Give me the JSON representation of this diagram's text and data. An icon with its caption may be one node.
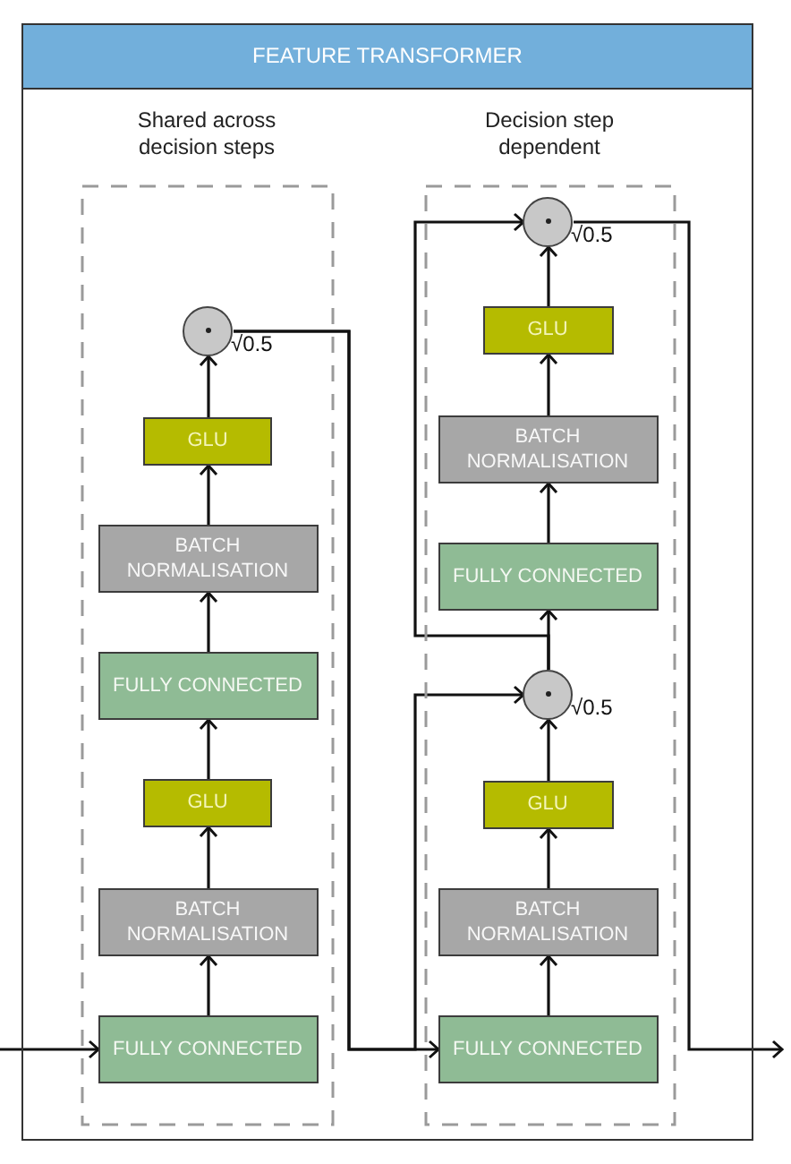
{
  "diagram": {
    "nodes": [
      {
        "text": [
          "FEATURE TRANSFORMER"
        ]
      },
      {
        "text": [
          "Shared across decision steps"
        ],
        "in": 0
      },
      {
        "text": [
          "Decision step dependent"
        ],
        "in": 0
      },
      {
        "text": [],
        "shape": "circle",
        "beside": [
          "√0.5"
        ],
        "in": 1
      },
      {
        "text": [
          "GLU"
        ],
        "in": 1
      },
      {
        "text": [
          "BATCH NORMALISATION"
        ],
        "in": 1
      },
      {
        "text": [
          "FULLY CONNECTED"
        ],
        "in": 1
      },
      {
        "text": [
          "GLU"
        ],
        "in": 1
      },
      {
        "text": [
          "BATCH NORMALISATION"
        ],
        "in": 1
      },
      {
        "text": [
          "FULLY CONNECTED"
        ],
        "in": 1
      },
      {
        "text": [],
        "shape": "circle",
        "beside": [
          "√0.5"
        ],
        "in": 2
      },
      {
        "text": [
          "GLU"
        ],
        "in": 2
      },
      {
        "text": [
          "BATCH NORMALISATION"
        ],
        "in": 2
      },
      {
        "text": [
          "FULLY CONNECTED"
        ],
        "in": 2
      },
      {
        "text": [],
        "shape": "circle",
        "beside": [
          "√0.5"
        ],
        "in": 2
      },
      {
        "text": [
          "GLU"
        ],
        "in": 2
      },
      {
        "text": [
          "BATCH NORMALISATION"
        ],
        "in": 2
      },
      {
        "text": [
          "FULLY CONNECTED"
        ],
        "in": 2
      }
    ],
    "edges": [
      {
        "from": null,
        "to": 9,
        "arrow": "to"
      },
      {
        "from": 9,
        "to": 8,
        "arrow": "to"
      },
      {
        "from": 8,
        "to": 7,
        "arrow": "to"
      },
      {
        "from": 7,
        "to": 6,
        "arrow": "to"
      },
      {
        "from": 6,
        "to": 5,
        "arrow": "to"
      },
      {
        "from": 5,
        "to": 4,
        "arrow": "to"
      },
      {
        "from": 4,
        "to": 3,
        "arrow": "to"
      },
      {
        "from": 3,
        "to": 17,
        "arrow": "to"
      },
      {
        "from": 3,
        "to": 14,
        "arrow": "to"
      },
      {
        "from": 17,
        "to": 16,
        "arrow": "to"
      },
      {
        "from": 16,
        "to": 15,
        "arrow": "to"
      },
      {
        "from": 15,
        "to": 14,
        "arrow": "to"
      },
      {
        "from": 14,
        "to": 13,
        "arrow": "to"
      },
      {
        "from": 13,
        "to": 12,
        "arrow": "to"
      },
      {
        "from": 12,
        "to": 11,
        "arrow": "to"
      },
      {
        "from": 11,
        "to": 10,
        "arrow": "to"
      },
      {
        "from": 14,
        "to": 10,
        "arrow": "to"
      },
      {
        "from": 10,
        "to": null,
        "arrow": "to"
      }
    ]
  }
}
